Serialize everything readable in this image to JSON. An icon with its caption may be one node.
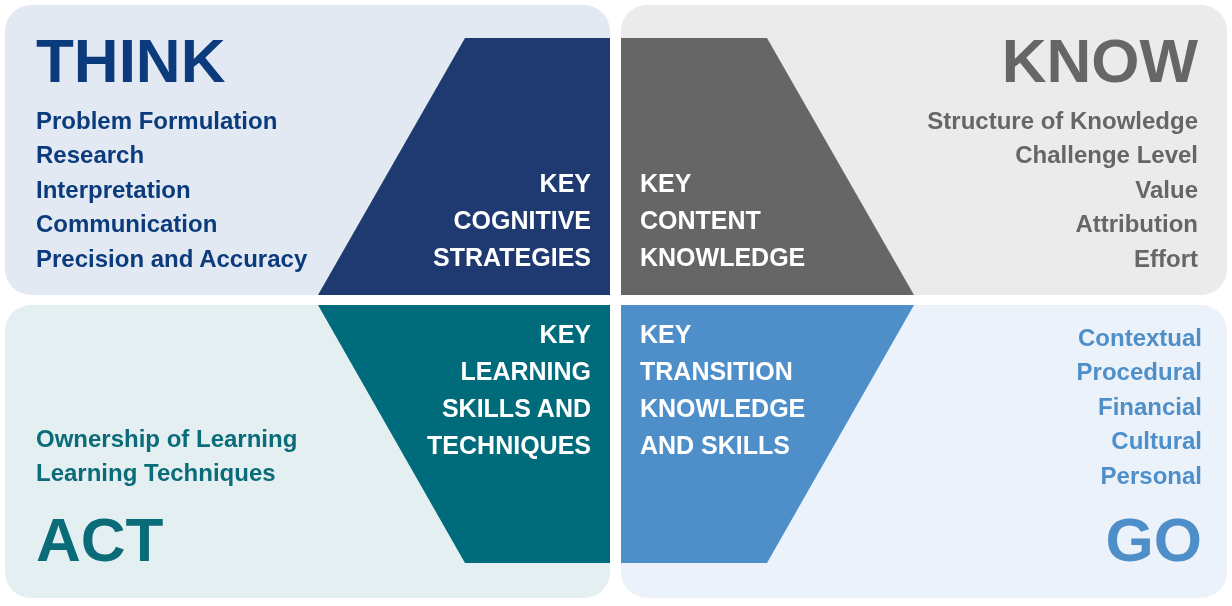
{
  "diagram": {
    "nodes": [
      {
        "text": [
          "THINK",
          "Problem Formulation",
          "Research",
          "Interpretation",
          "Communication",
          "Precision and Accuracy"
        ]
      },
      {
        "text": [
          "KEY COGNITIVE STRATEGIES"
        ],
        "in": 0
      },
      {
        "text": [
          "KNOW",
          "Structure of Knowledge",
          "Challenge Level",
          "Value",
          "Attribution",
          "Effort"
        ]
      },
      {
        "text": [
          "KEY CONTENT KNOWLEDGE"
        ],
        "in": 2
      },
      {
        "text": [
          "Ownership of Learning",
          "Learning Techniques",
          "ACT"
        ]
      },
      {
        "text": [
          "KEY LEARNING SKILLS AND TECHNIQUES"
        ],
        "in": 4
      },
      {
        "text": [
          "Contextual",
          "Procedural",
          "Financial",
          "Cultural",
          "Personal",
          "GO"
        ]
      },
      {
        "text": [
          "KEY TRANSITION KNOWLEDGE AND SKILLS"
        ],
        "in": 6
      }
    ]
  }
}
